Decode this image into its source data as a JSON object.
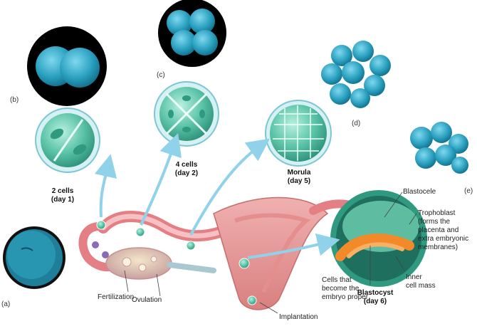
{
  "panels": {
    "a": "(a)",
    "b": "(b)",
    "c": "(c)",
    "d": "(d)",
    "e": "(e)"
  },
  "stages": {
    "two_cells": {
      "line1": "2 cells",
      "line2": "(day 1)"
    },
    "four_cells": {
      "line1": "4 cells",
      "line2": "(day 2)"
    },
    "morula": {
      "line1": "Morula",
      "line2": "(day 5)"
    },
    "blastocyst": {
      "line1": "Blastocyst",
      "line2": "(day 6)"
    }
  },
  "labels": {
    "fertilization": "Fertilization",
    "ovulation": "Ovulation",
    "implantation": "Implantation",
    "blastocele": "Blastocele",
    "trophoblast": [
      "Trophoblast",
      "(forms the",
      "placenta and",
      "extra embryonic",
      "membranes)"
    ],
    "inner_cell_mass": [
      "Inner",
      "cell mass"
    ],
    "embryo_cells": [
      "Cells that",
      "become the",
      "embryo proper"
    ]
  },
  "colors": {
    "cell_green": "#5cc4a8",
    "cell_dark": "#2f9a80",
    "sem_blue": "#2aa0bf",
    "arrow_blue": "#8fd2ea",
    "tissue_pink": "#e79a9a",
    "inner_mass_orange": "#f28a2a"
  }
}
